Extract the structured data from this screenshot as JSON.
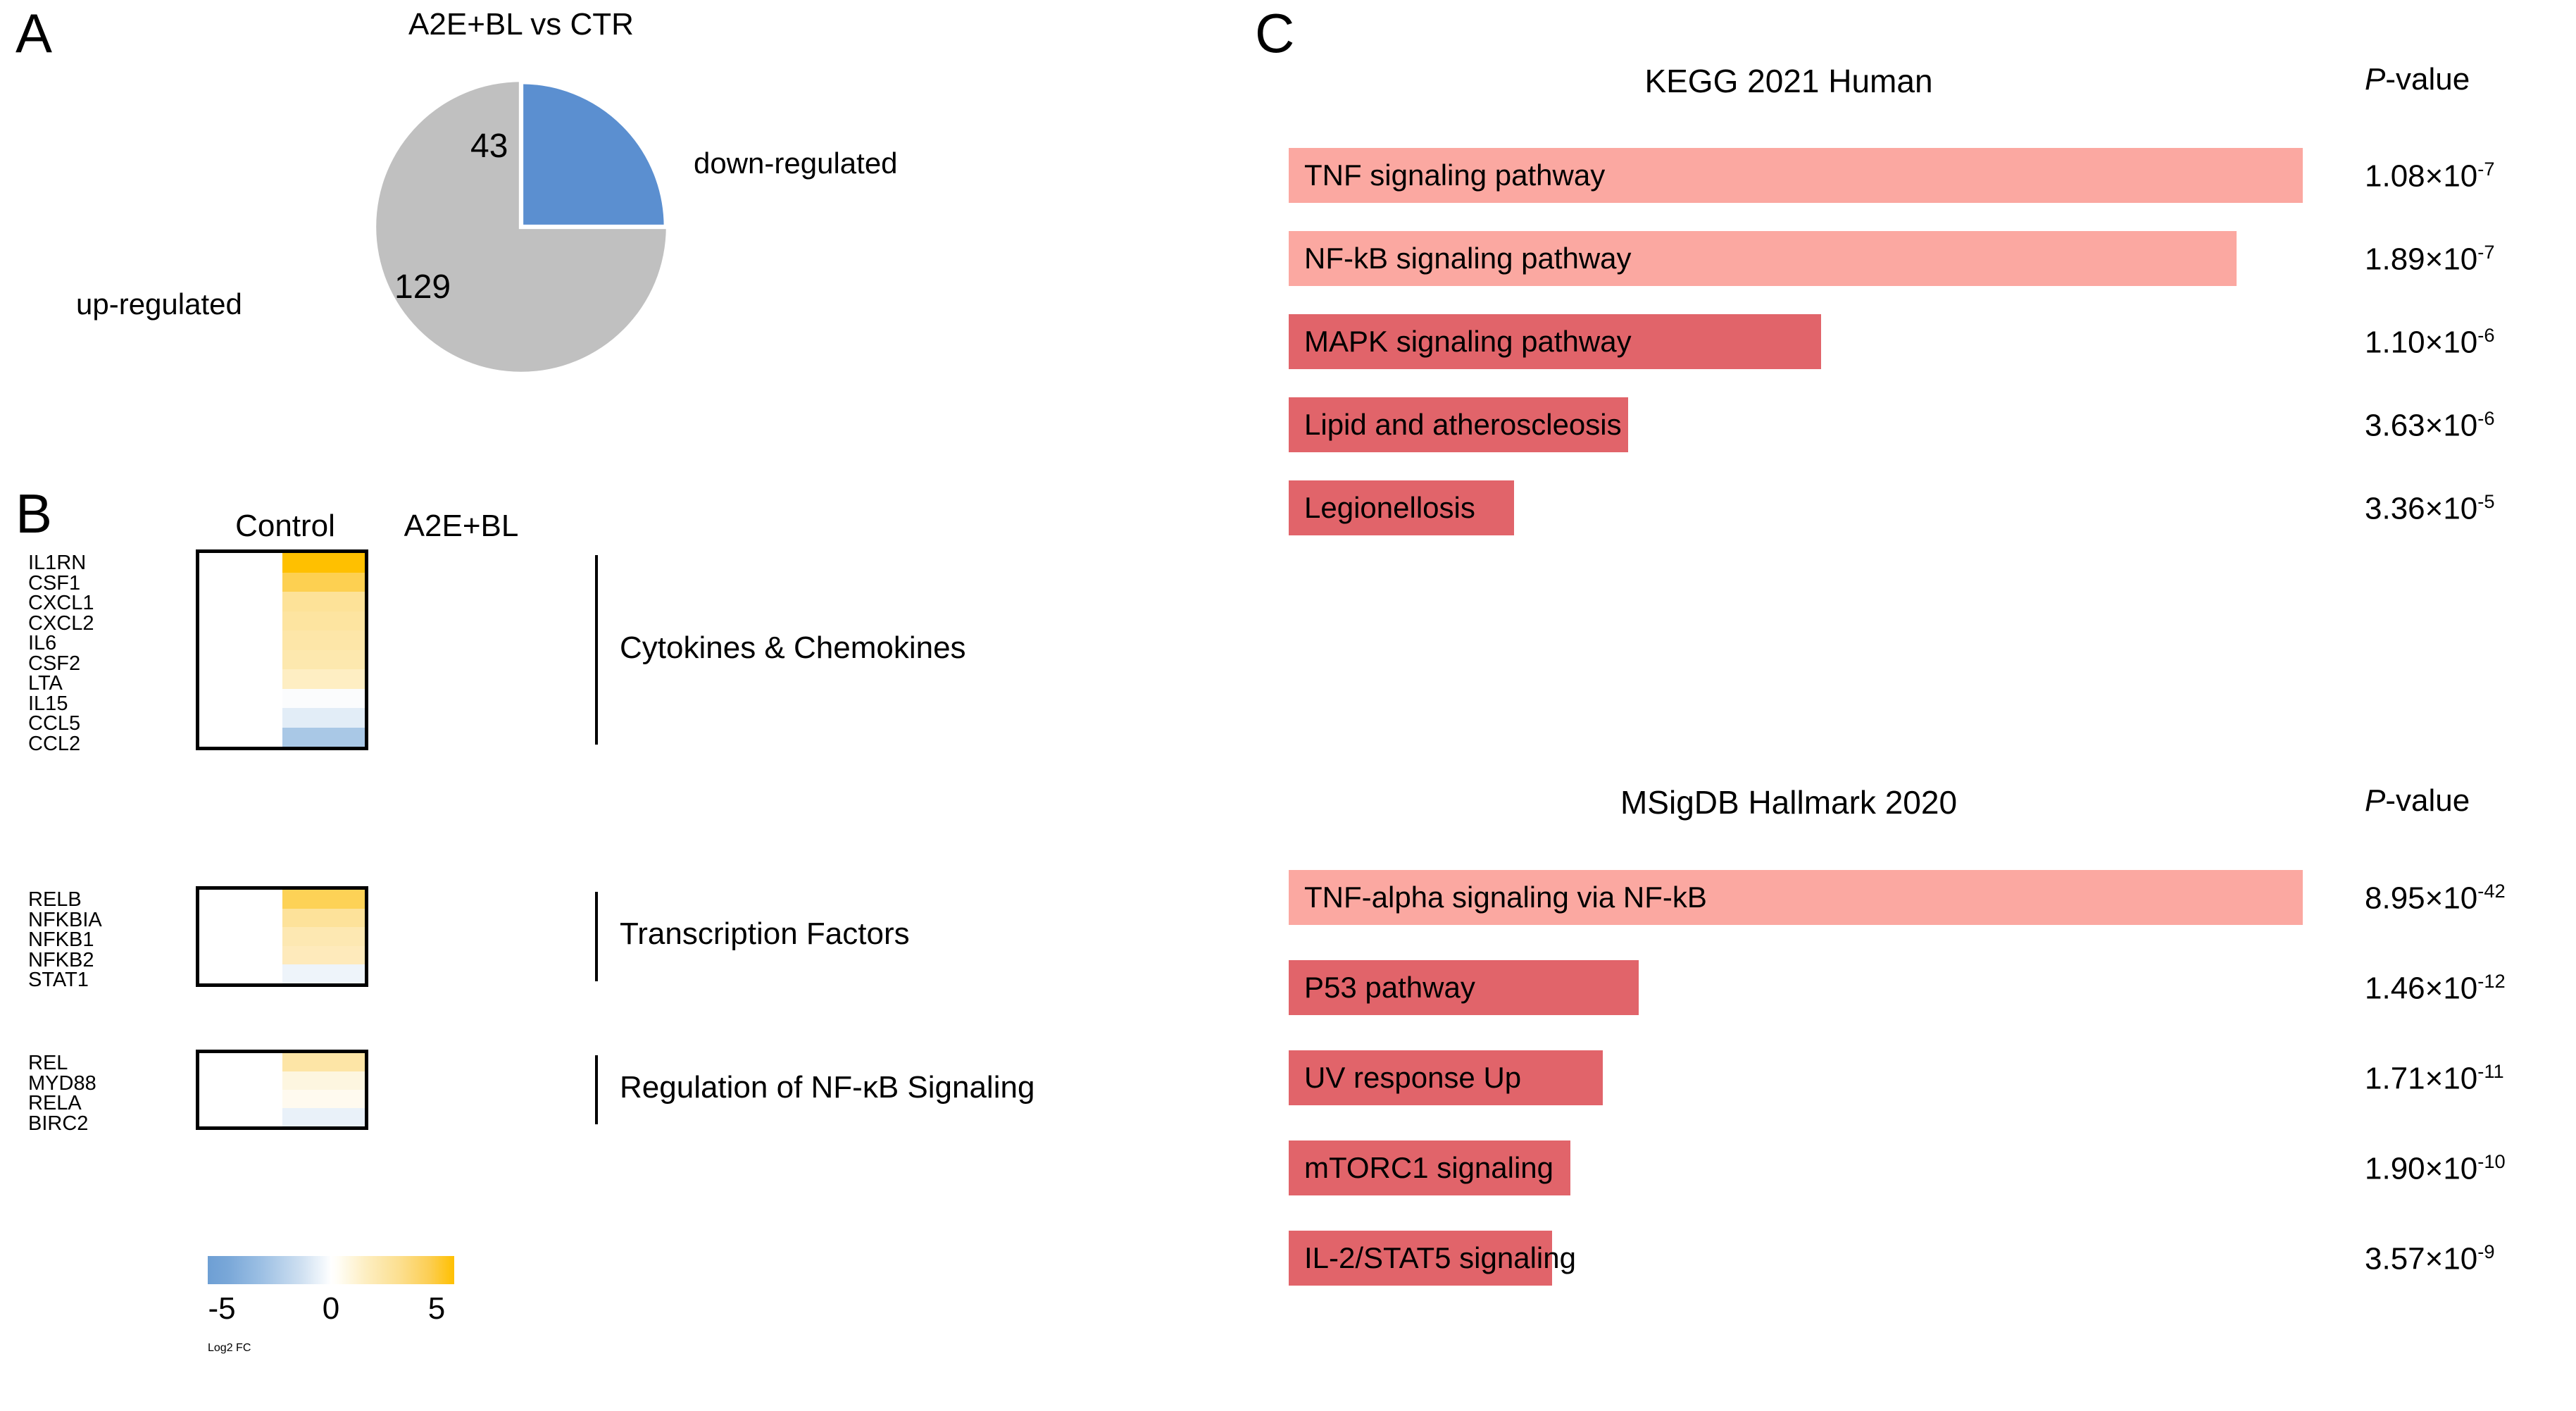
{
  "panels": {
    "a": {
      "letter": "A"
    },
    "b": {
      "letter": "B"
    },
    "c": {
      "letter": "C"
    }
  },
  "panel_a": {
    "title": "A2E+BL vs CTR",
    "legend_down": "down-regulated",
    "legend_up": "up-regulated",
    "value_down": "43",
    "value_up": "129"
  },
  "panel_b": {
    "col_control": "Control",
    "col_treated": "A2E+BL",
    "colorbar": {
      "ticks": [
        "-5",
        "0",
        "5"
      ],
      "label": "Log2 FC",
      "low_color": "#6e9fd4",
      "mid_color": "#ffffff",
      "high_color": "#ffc000"
    },
    "categories": [
      "Cytokines &  Chemokines",
      "Transcription Factors",
      "Regulation of NF-κB Signaling"
    ]
  },
  "panel_c": {
    "pvalue_header": "-value",
    "pvalue_header_italic": "P",
    "sections": [
      {
        "title": "KEGG 2021 Human",
        "rows": [
          {
            "label": "TNF signaling pathway",
            "p_mantissa": "1.08×10",
            "p_exp": "-7",
            "bar_frac": 1.0,
            "color": "#fba8a1"
          },
          {
            "label": "NF-kB signaling pathway",
            "p_mantissa": "1.89×10",
            "p_exp": "-7",
            "bar_frac": 0.935,
            "color": "#fba8a1"
          },
          {
            "label": "MAPK signaling pathway",
            "p_mantissa": "1.10×10",
            "p_exp": "-6",
            "bar_frac": 0.525,
            "color": "#e1646a"
          },
          {
            "label": "Lipid and atheroscleosis",
            "p_mantissa": "3.63×10",
            "p_exp": "-6",
            "bar_frac": 0.335,
            "color": "#e1646a"
          },
          {
            "label": "Legionellosis",
            "p_mantissa": "3.36×10",
            "p_exp": "-5",
            "bar_frac": 0.222,
            "color": "#e1646a"
          }
        ]
      },
      {
        "title": "MSigDB Hallmark 2020",
        "rows": [
          {
            "label": "TNF-alpha signaling via NF-kB",
            "p_mantissa": "8.95×10",
            "p_exp": "-42",
            "bar_frac": 1.0,
            "color": "#fba8a1"
          },
          {
            "label": "P53 pathway",
            "p_mantissa": "1.46×10",
            "p_exp": "-12",
            "bar_frac": 0.345,
            "color": "#e1646a"
          },
          {
            "label": "UV response Up",
            "p_mantissa": "1.71×10",
            "p_exp": "-11",
            "bar_frac": 0.31,
            "color": "#e1646a"
          },
          {
            "label": "mTORC1 signaling",
            "p_mantissa": "1.90×10",
            "p_exp": "-10",
            "bar_frac": 0.278,
            "color": "#e1646a"
          },
          {
            "label": "IL-2/STAT5 signaling",
            "p_mantissa": "3.57×10",
            "p_exp": "-9",
            "bar_frac": 0.26,
            "color": "#e1646a"
          }
        ]
      }
    ]
  },
  "chart_data": [
    {
      "type": "pie",
      "title": "A2E+BL vs CTR",
      "labels": [
        "up-regulated",
        "down-regulated"
      ],
      "values": [
        129,
        43
      ],
      "colors": [
        "#c0c0c0",
        "#5b8fd0"
      ],
      "total": 172,
      "legend_position": "outside-left-right"
    },
    {
      "type": "heatmap",
      "title": "",
      "xlabel": "",
      "ylabel": "",
      "columns": [
        "Control",
        "A2E+BL"
      ],
      "colorbar": {
        "label": "Log2 FC",
        "ticks": [
          -5,
          0,
          5
        ],
        "vmin": -5,
        "vmax": 5
      },
      "blocks": [
        {
          "category": "Cytokines &  Chemokines",
          "rows": [
            "IL1RN",
            "CSF1",
            "CXCL1",
            "CXCL2",
            "IL6",
            "CSF2",
            "LTA",
            "IL15",
            "CCL5",
            "CCL2"
          ],
          "values": [
            [
              0,
              5.0
            ],
            [
              0,
              4.1
            ],
            [
              0,
              3.0
            ],
            [
              0,
              2.8
            ],
            [
              0,
              2.6
            ],
            [
              0,
              2.4
            ],
            [
              0,
              1.9
            ],
            [
              0,
              0.25
            ],
            [
              0,
              -0.9
            ],
            [
              0,
              -2.6
            ]
          ],
          "cell_colors": [
            [
              "#ffffff",
              "#ffc000"
            ],
            [
              "#ffffff",
              "#fdd051"
            ],
            [
              "#ffffff",
              "#fde298"
            ],
            [
              "#ffffff",
              "#fde4a0"
            ],
            [
              "#ffffff",
              "#fde6a8"
            ],
            [
              "#ffffff",
              "#fde8ae"
            ],
            [
              "#ffffff",
              "#feeec3"
            ],
            [
              "#ffffff",
              "#fbfcfd"
            ],
            [
              "#ffffff",
              "#e2edf7"
            ],
            [
              "#ffffff",
              "#a9c8e6"
            ]
          ]
        },
        {
          "category": "Transcription Factors",
          "rows": [
            "RELB",
            "NFKBIA",
            "NFKB1",
            "NFKB2",
            "STAT1"
          ],
          "values": [
            [
              0,
              4.0
            ],
            [
              0,
              3.0
            ],
            [
              0,
              2.4
            ],
            [
              0,
              2.2
            ],
            [
              0,
              -0.4
            ]
          ],
          "cell_colors": [
            [
              "#ffffff",
              "#fdd256"
            ],
            [
              "#ffffff",
              "#fde29a"
            ],
            [
              "#ffffff",
              "#fde8b2"
            ],
            [
              "#ffffff",
              "#feeabb"
            ],
            [
              "#ffffff",
              "#eef4fa"
            ]
          ]
        },
        {
          "category": "Regulation of NF-κB Signaling",
          "rows": [
            "REL",
            "MYD88",
            "RELA",
            "BIRC2"
          ],
          "values": [
            [
              0,
              2.4
            ],
            [
              0,
              0.9
            ],
            [
              0,
              0.7
            ],
            [
              0,
              -0.5
            ]
          ],
          "cell_colors": [
            [
              "#ffffff",
              "#fde5a6"
            ],
            [
              "#ffffff",
              "#fdf6e0"
            ],
            [
              "#ffffff",
              "#fffaef"
            ],
            [
              "#ffffff",
              "#e9f1f9"
            ]
          ]
        }
      ]
    },
    {
      "type": "bar",
      "orientation": "horizontal",
      "title": "KEGG 2021 Human",
      "xlabel": "",
      "ylabel": "",
      "categories": [
        "TNF signaling pathway",
        "NF-kB signaling pathway",
        "MAPK signaling pathway",
        "Lipid and atheroscleosis",
        "Legionellosis"
      ],
      "values": [
        1.0,
        0.935,
        0.525,
        0.335,
        0.222
      ],
      "annotations": [
        "1.08×10^-7",
        "1.89×10^-7",
        "1.10×10^-6",
        "3.63×10^-6",
        "3.36×10^-5"
      ],
      "p_values": [
        1.08e-07,
        1.89e-07,
        1.1e-06,
        3.63e-06,
        3.36e-05
      ],
      "bar_colors": [
        "#fba8a1",
        "#fba8a1",
        "#e1646a",
        "#e1646a",
        "#e1646a"
      ],
      "grid": false,
      "legend_position": "none"
    },
    {
      "type": "bar",
      "orientation": "horizontal",
      "title": "MSigDB Hallmark 2020",
      "xlabel": "",
      "ylabel": "",
      "categories": [
        "TNF-alpha signaling via NF-kB",
        "P53 pathway",
        "UV response Up",
        "mTORC1 signaling",
        "IL-2/STAT5 signaling"
      ],
      "values": [
        1.0,
        0.345,
        0.31,
        0.278,
        0.26
      ],
      "annotations": [
        "8.95×10^-42",
        "1.46×10^-12",
        "1.71×10^-11",
        "1.90×10^-10",
        "3.57×10^-9"
      ],
      "p_values": [
        8.95e-42,
        1.46e-12,
        1.71e-11,
        1.9e-10,
        3.57e-09
      ],
      "bar_colors": [
        "#fba8a1",
        "#e1646a",
        "#e1646a",
        "#e1646a",
        "#e1646a"
      ],
      "grid": false,
      "legend_position": "none"
    }
  ]
}
